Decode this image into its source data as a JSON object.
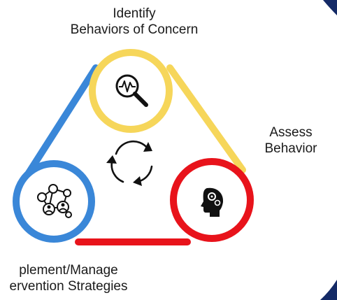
{
  "steps": {
    "identify": {
      "line1": "Identify",
      "line2": "Behaviors of Concern",
      "color": "#F6D65A",
      "icon": "magnifier-heartbeat-icon"
    },
    "assess": {
      "line1": "Assess",
      "line2": "Behavior",
      "color": "#E8131B",
      "icon": "head-gears-icon"
    },
    "implement": {
      "line1": "plement/Manage",
      "line2": "ervention Strategies",
      "color": "#3A87D8",
      "icon": "network-people-icon"
    }
  },
  "center_icon": "cycle-arrows-icon",
  "corner_accent_color": "#142A66"
}
